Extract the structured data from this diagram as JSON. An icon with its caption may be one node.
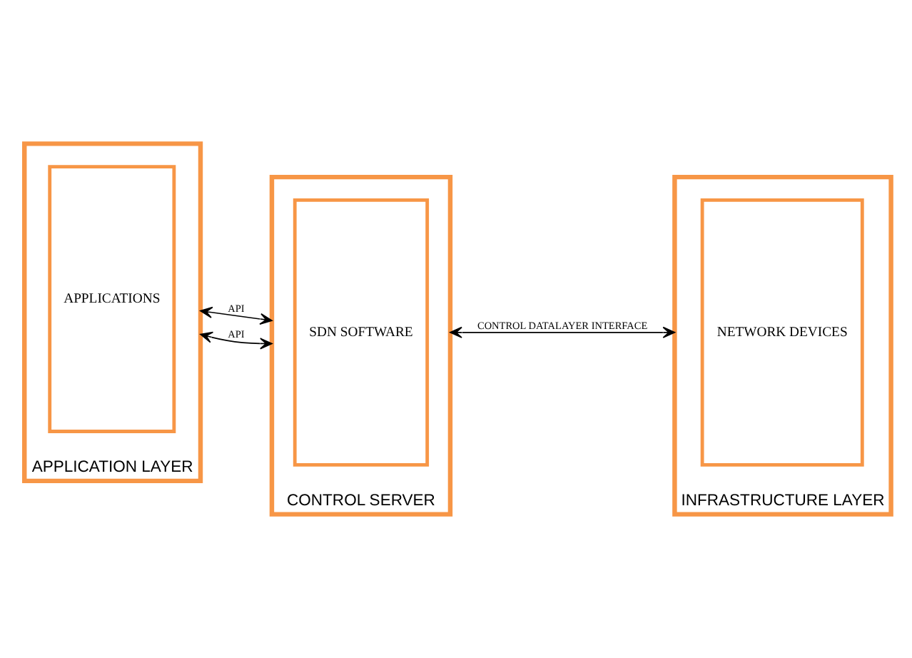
{
  "diagram": {
    "nodes": [
      {
        "text": [
          "APPLICATION LAYER"
        ]
      },
      {
        "text": [
          "APPLICATIONS"
        ],
        "in": 0
      },
      {
        "text": [
          "CONTROL SERVER"
        ]
      },
      {
        "text": [
          "SDN SOFTWARE"
        ],
        "in": 2
      },
      {
        "text": [
          "INFRASTRUCTURE LAYER"
        ]
      },
      {
        "text": [
          "NETWORK DEVICES"
        ],
        "in": 4
      }
    ],
    "edges": [
      {
        "from": 0,
        "to": 2,
        "arrow": "both",
        "label": "API"
      },
      {
        "from": 0,
        "to": 2,
        "arrow": "both",
        "label": "API"
      },
      {
        "from": 2,
        "to": 4,
        "arrow": "both",
        "label": "CONTROL DATALAYER INTERFACE"
      }
    ]
  }
}
